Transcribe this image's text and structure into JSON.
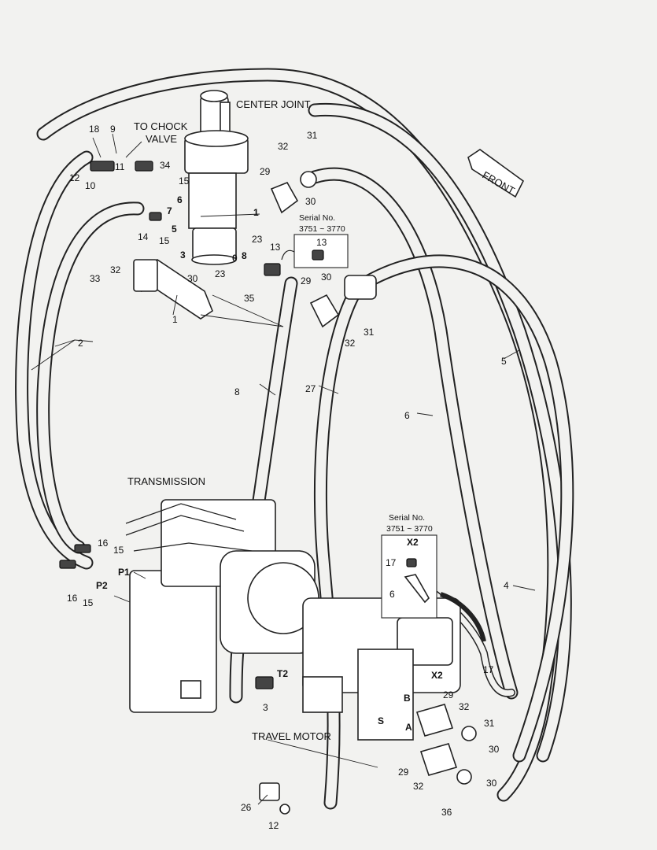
{
  "captions": {
    "center_joint": "CENTER JOINT",
    "to_chock_line1": "TO CHOCK",
    "to_chock_line2": "VALVE",
    "transmission": "TRANSMISSION",
    "travel_motor": "TRAVEL MOTOR",
    "front": "FRONT"
  },
  "serial_box_top": {
    "line1": "Serial No.",
    "line2": "3751 ~ 3770",
    "part": "13"
  },
  "serial_box_bottom": {
    "line1": "Serial No.",
    "line2": "3751 ~ 3770",
    "port": "X2",
    "part_a": "17",
    "part_b": "6"
  },
  "callouts": [
    "18",
    "9",
    "12",
    "10",
    "11",
    "34",
    "15",
    "6",
    "7",
    "14",
    "15",
    "5",
    "32",
    "31",
    "29",
    "30",
    "1",
    "3",
    "30",
    "33",
    "32",
    "1",
    "2",
    "23",
    "13",
    "0",
    "8",
    "23",
    "35",
    "29",
    "30",
    "32",
    "31",
    "5",
    "8",
    "27",
    "6",
    "4",
    "16",
    "15",
    "P1",
    "16",
    "15",
    "P2",
    "T2",
    "3",
    "B",
    "S",
    "A",
    "X2",
    "17",
    "29",
    "32",
    "31",
    "30",
    "29",
    "32",
    "30",
    "36",
    "26",
    "12"
  ]
}
